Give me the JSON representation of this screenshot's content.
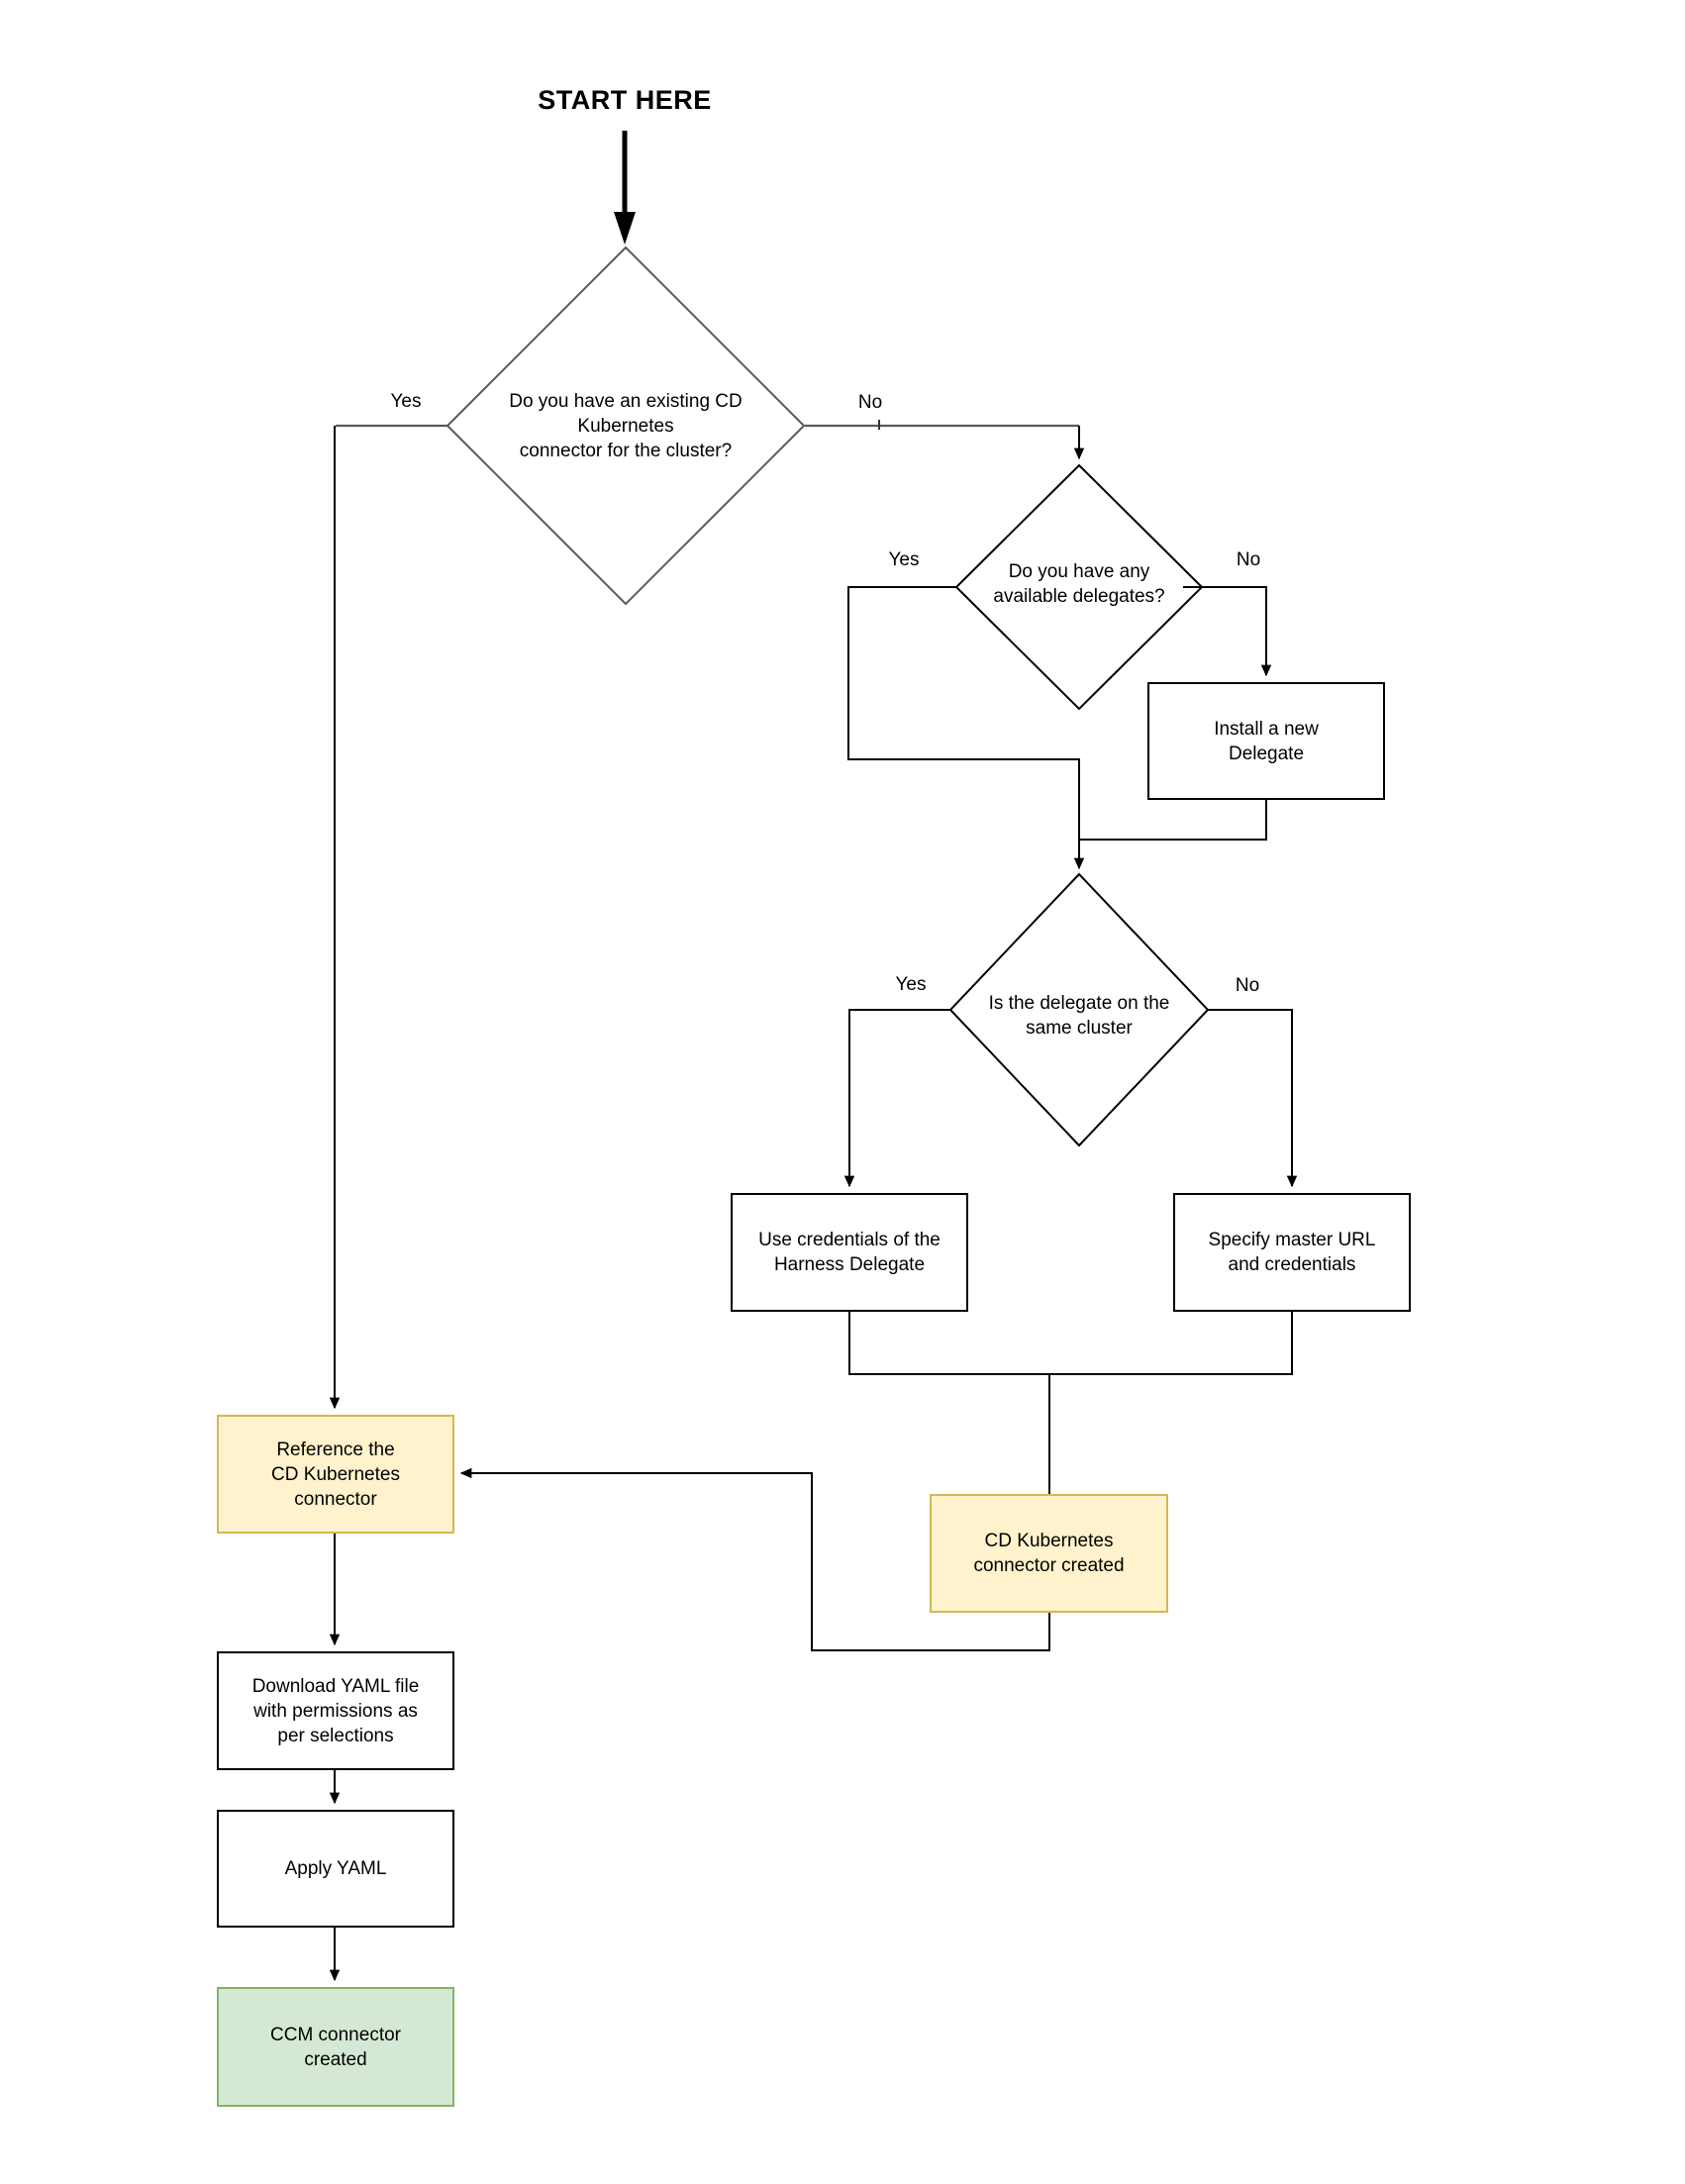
{
  "title": "START HERE",
  "nodes": {
    "d1": "Do you have an existing CD\nKubernetes\nconnector for the cluster?",
    "d2": "Do you have any\navailable delegates?",
    "d3": "Is the delegate on the\nsame cluster",
    "install": "Install a new\nDelegate",
    "use_credentials": "Use credentials of the\nHarness Delegate",
    "specify_master": "Specify master URL\nand credentials",
    "cd_created": "CD Kubernetes\nconnector created",
    "reference": "Reference the\nCD Kubernetes\nconnector",
    "download_yaml": "Download YAML file\nwith permissions as\nper selections",
    "apply_yaml": "Apply YAML",
    "ccm_created": "CCM connector\ncreated"
  },
  "labels": {
    "d1_yes": "Yes",
    "d1_no": "No",
    "d2_yes": "Yes",
    "d2_no": "No",
    "d3_yes": "Yes",
    "d3_no": "No"
  },
  "colors": {
    "milestone_fill": "#FFF2CC",
    "milestone_border": "#D6B656",
    "terminal_fill": "#D5E8D4",
    "terminal_border": "#82B366",
    "edge": "#000000",
    "decision_edge": "#595959"
  }
}
